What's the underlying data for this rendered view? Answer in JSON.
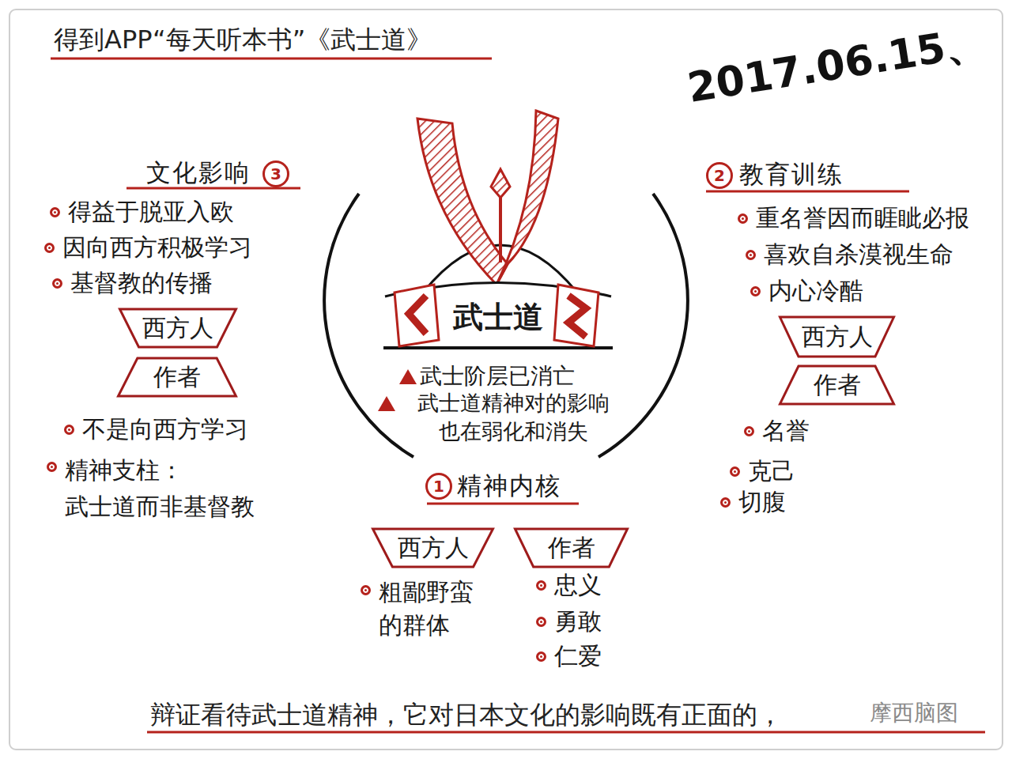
{
  "diagram": {
    "title": "得到APP“每天听本书”《武士道》",
    "caption": "辩证看待武士道精神，它对日本文化的影响既有正面的，",
    "nodes": [
      {
        "text": [
          "武士道"
        ]
      },
      {
        "text": [
          "西方人"
        ]
      },
      {
        "text": [
          "作者"
        ]
      },
      {
        "text": [
          "西方人"
        ]
      },
      {
        "text": [
          "作者"
        ]
      },
      {
        "text": [
          "西方人"
        ]
      },
      {
        "text": [
          "作者"
        ]
      }
    ],
    "labels": [
      "2017.06.15、",
      "文化影响",
      "3",
      "得益于脱亚入欧",
      "因向西方积极学习",
      "基督教的传播",
      "不是向西方学习",
      "精神支柱： 武士道而非基督教",
      "2",
      "教育训练",
      "重名誉因而睚眦必报",
      "喜欢自杀漠视生命",
      "内心冷酷",
      "名誉",
      "克己",
      "切腹",
      "武士阶层已消亡",
      "武士道精神对的影响 也在弱化和消失",
      "1",
      "精神内核",
      "粗鄙野蛮 的群体",
      "忠义",
      "勇敢",
      "仁爱",
      "摩西脑图"
    ]
  }
}
